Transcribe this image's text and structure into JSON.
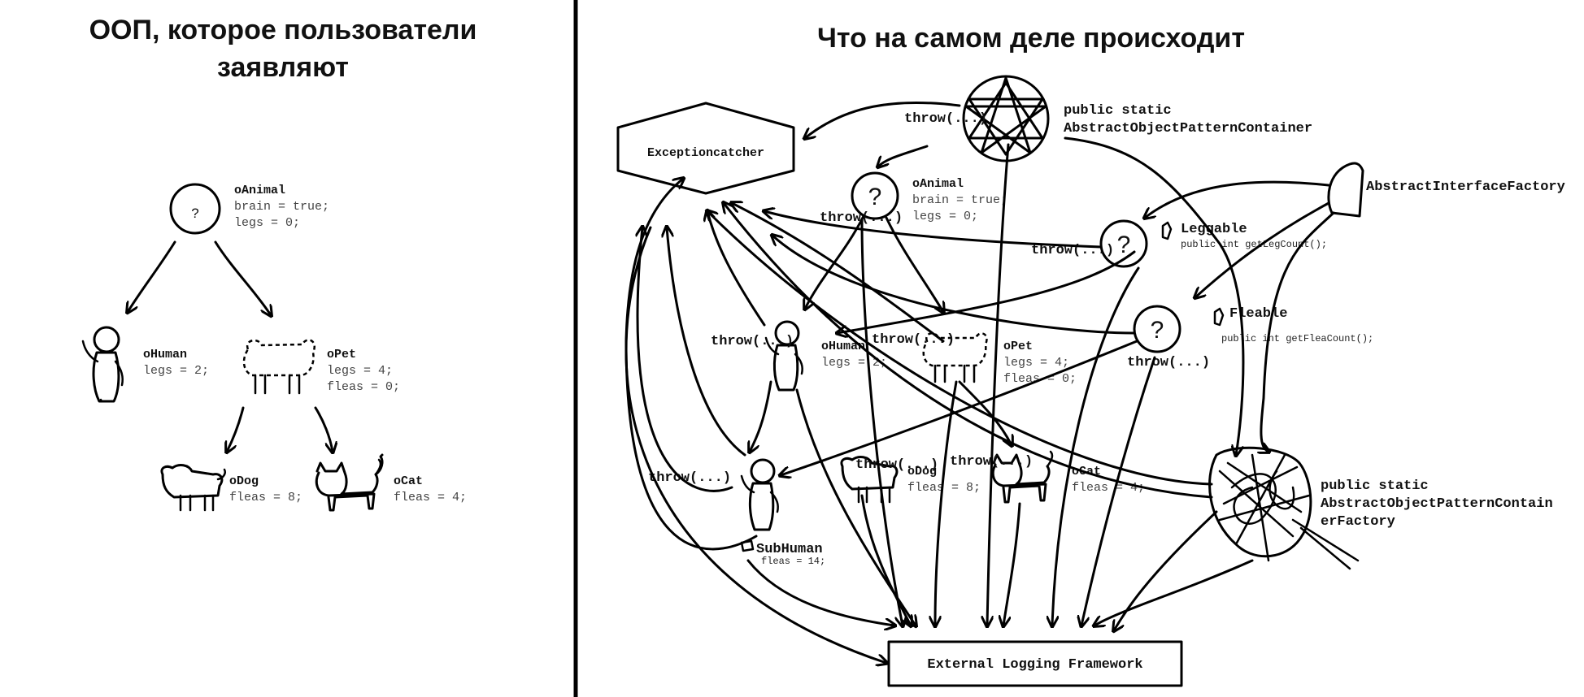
{
  "left_panel": {
    "title_line1": "ООП, которое пользователи",
    "title_line2": "заявляют",
    "nodes": {
      "animal": {
        "name": "oAnimal",
        "props": [
          "brain = true;",
          "legs = 0;"
        ]
      },
      "human": {
        "name": "oHuman",
        "props": [
          "legs = 2;"
        ]
      },
      "pet": {
        "name": "oPet",
        "props": [
          "legs = 4;",
          "fleas = 0;"
        ]
      },
      "dog": {
        "name": "oDog",
        "props": [
          "fleas = 8;"
        ]
      },
      "cat": {
        "name": "oCat",
        "props": [
          "fleas = 4;"
        ]
      }
    }
  },
  "right_panel": {
    "title": "Что на самом деле происходит",
    "exception_catcher": "Exceptioncatcher",
    "container_line1": "public static",
    "container_line2": "AbstractObjectPatternContainer",
    "interface_factory": "AbstractInterfaceFactory",
    "leggable": {
      "name": "Leggable",
      "method": "public int getLegCount();"
    },
    "fleable": {
      "name": "Fleable",
      "method": "public int getFleaCount();"
    },
    "container_factory_line1": "public static",
    "container_factory_line2": "AbstractObjectPatternContain",
    "container_factory_line3": "erFactory",
    "logging": "External Logging Framework",
    "throw_label": "throw(...)",
    "nodes": {
      "animal": {
        "name": "oAnimal",
        "props": [
          "brain = true;",
          "legs = 0;"
        ]
      },
      "human": {
        "name": "oHuman",
        "props": [
          "legs = 2;"
        ]
      },
      "pet": {
        "name": "oPet",
        "props": [
          "legs = 4;",
          "fleas = 0;"
        ]
      },
      "dog": {
        "name": "oDog",
        "props": [
          "fleas = 8;"
        ]
      },
      "cat": {
        "name": "oCat",
        "props": [
          "fleas = 4;"
        ]
      },
      "subhuman": {
        "name": "SubHuman",
        "props": [
          "fleas = 14;"
        ]
      }
    }
  }
}
